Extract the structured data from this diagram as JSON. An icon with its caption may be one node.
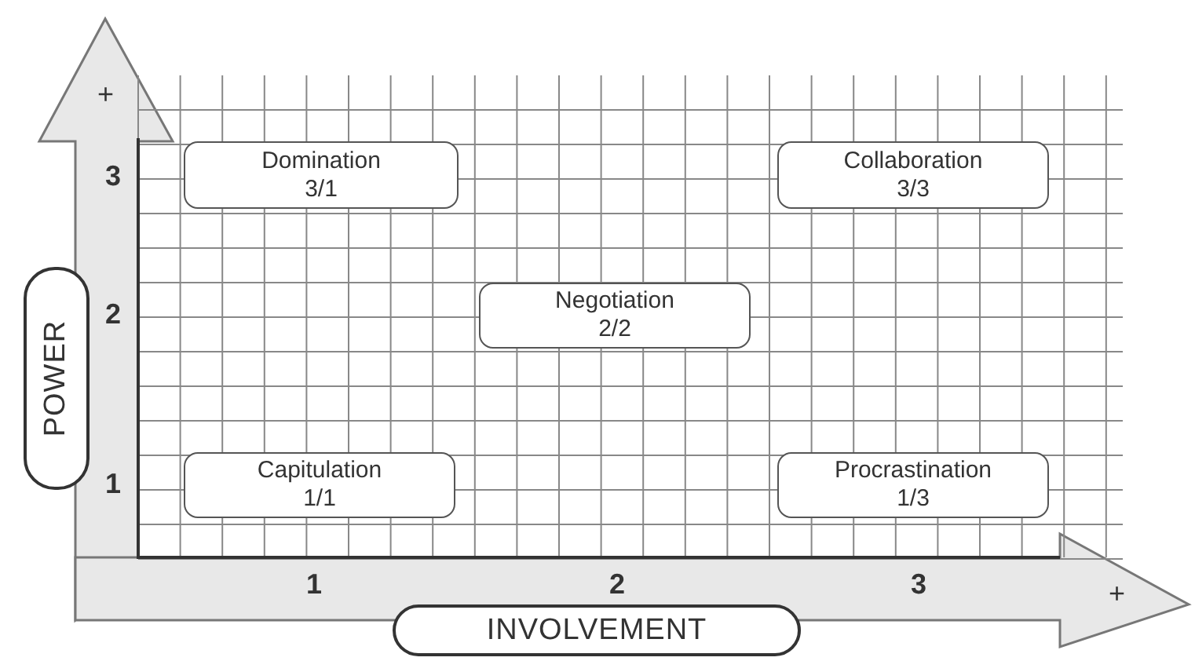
{
  "diagram": {
    "nodes": [
      {
        "text": [
          "Domination",
          "3/1"
        ]
      },
      {
        "text": [
          "Collaboration",
          "3/3"
        ]
      },
      {
        "text": [
          "POWER"
        ]
      },
      {
        "text": [
          "Negotiation",
          "2/2"
        ]
      },
      {
        "text": [
          "Capitulation",
          "1/1"
        ]
      },
      {
        "text": [
          "Procrastination",
          "1/3"
        ]
      },
      {
        "text": [
          "INVOLVEMENT"
        ]
      }
    ],
    "edges": [],
    "labels": [
      "+",
      "3",
      "2",
      "1",
      "1",
      "2",
      "3",
      "+"
    ]
  }
}
